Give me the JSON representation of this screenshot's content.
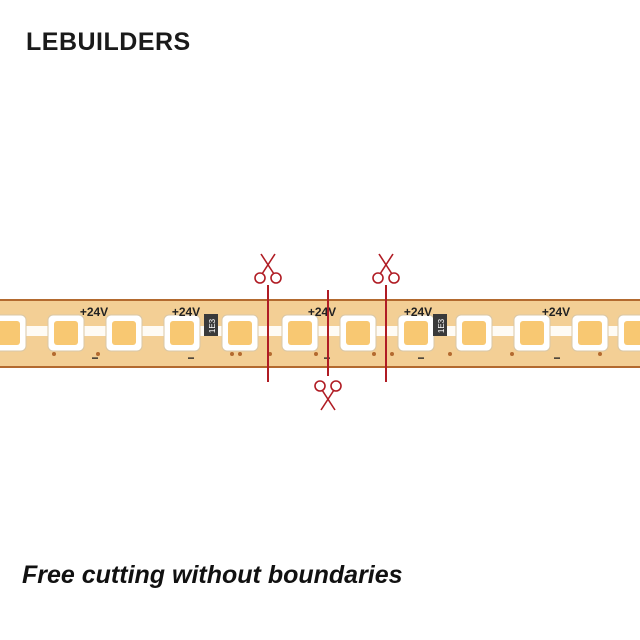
{
  "brand": {
    "logo_text": "LEBUILDERS"
  },
  "strip": {
    "voltage_label": "+24V",
    "negative_label": "−",
    "resistor_code": "1E3",
    "colors": {
      "pcb": "#f3cf95",
      "pcb_edge": "#b36a2f",
      "led": "#f8c872",
      "led_frame": "#ffffff",
      "cut_line": "#b01c24"
    }
  },
  "icons": [
    "scissors-icon"
  ],
  "caption": {
    "text": "Free cutting without boundaries"
  }
}
